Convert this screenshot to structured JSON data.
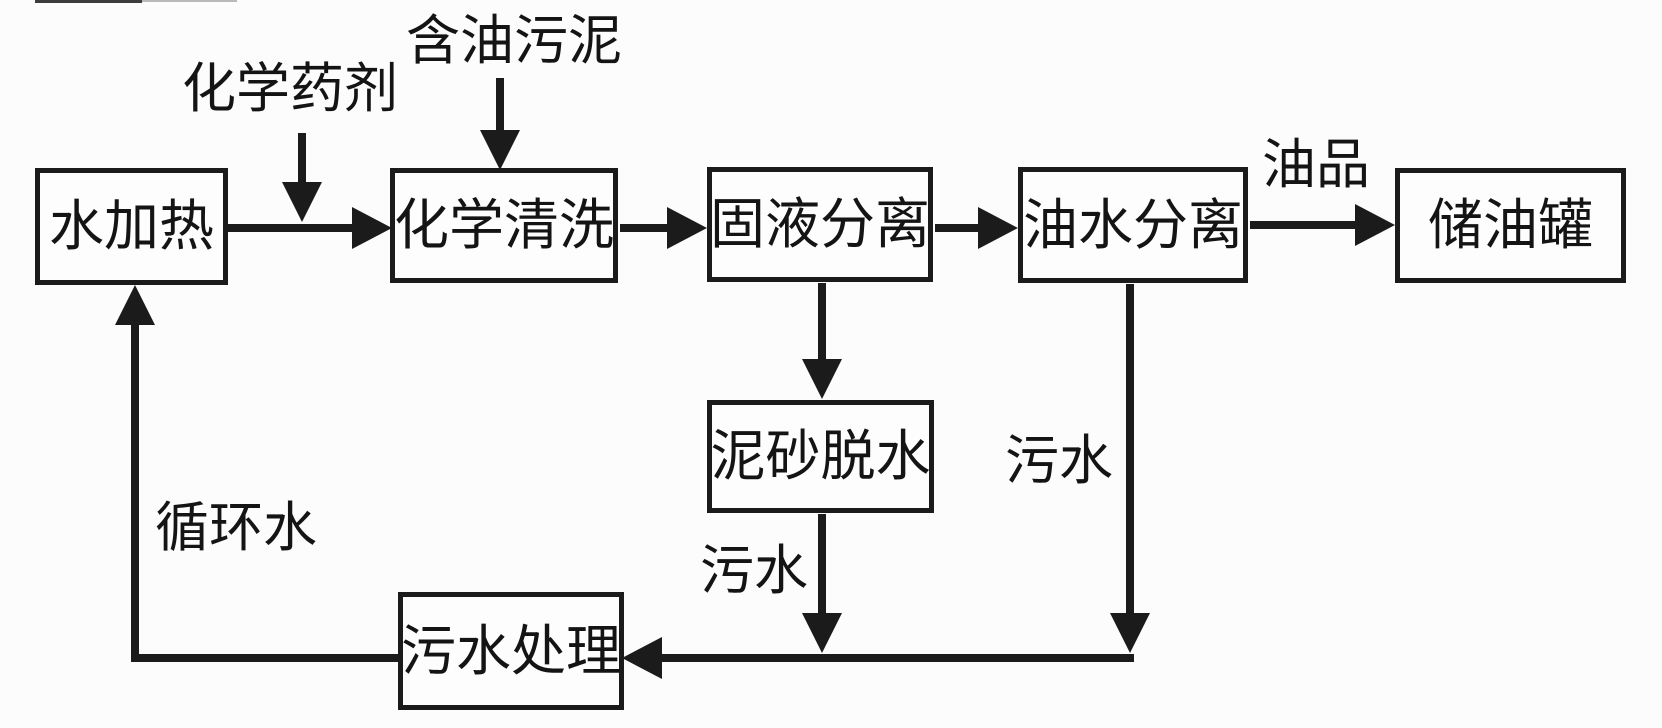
{
  "flow": {
    "type": "flowchart",
    "background_color": "#fcfcfc",
    "line_color": "#1b1b1b",
    "nodes": {
      "water_heating": {
        "label": "水加热"
      },
      "chemical_cleaning": {
        "label": "化学清洗"
      },
      "solid_liquid_separation": {
        "label": "固液分离"
      },
      "oil_water_separation": {
        "label": "油水分离"
      },
      "oil_storage_tank": {
        "label": "储油罐"
      },
      "sand_dewatering": {
        "label": "泥砂脱水"
      },
      "wastewater_treatment": {
        "label": "污水处理"
      }
    },
    "labels": {
      "chemical_agent": "化学药剂",
      "oily_sludge": "含油污泥",
      "oil_product": "油品",
      "wastewater_from_oil_water_separation": "污水",
      "wastewater_from_sand_dewatering": "污水",
      "circulating_water": "循环水"
    },
    "edges": [
      {
        "from": "水加热",
        "to": "化学清洗",
        "label": ""
      },
      {
        "from": "化学药剂",
        "to": "化学清洗",
        "label": ""
      },
      {
        "from": "含油污泥",
        "to": "化学清洗",
        "label": ""
      },
      {
        "from": "化学清洗",
        "to": "固液分离",
        "label": ""
      },
      {
        "from": "固液分离",
        "to": "油水分离",
        "label": ""
      },
      {
        "from": "油水分离",
        "to": "储油罐",
        "label": "油品"
      },
      {
        "from": "固液分离",
        "to": "泥砂脱水",
        "label": ""
      },
      {
        "from": "泥砂脱水",
        "to": "污水处理",
        "label": "污水"
      },
      {
        "from": "油水分离",
        "to": "污水处理",
        "label": "污水"
      },
      {
        "from": "污水处理",
        "to": "水加热",
        "label": "循环水"
      }
    ]
  }
}
